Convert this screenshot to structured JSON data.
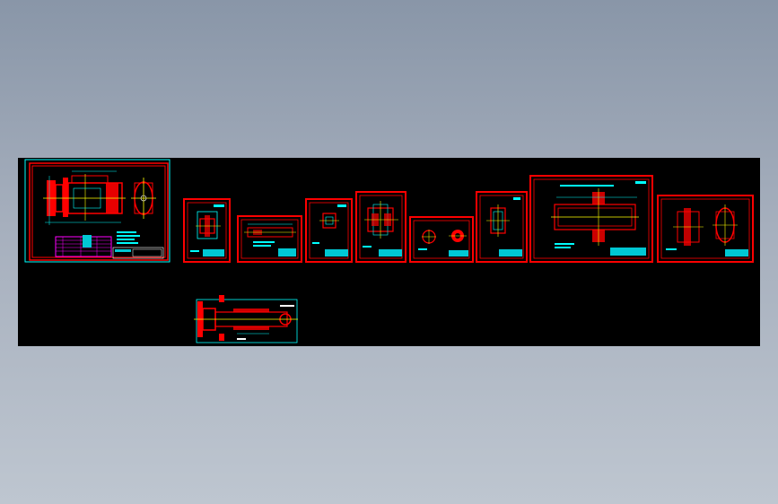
{
  "canvas": {
    "background_color": "#000000",
    "desktop_gradient": [
      "#8996a8",
      "#bec6d0"
    ],
    "line_colors": {
      "border": "#ff0000",
      "dimension": "#00ffff",
      "centerline": "#ffff00",
      "title_block_fill": "#00c8d4",
      "table_magenta": "#ff00ff",
      "white_text": "#ffffff"
    }
  },
  "drawing_sheets": [
    {
      "id": "assembly-sheet",
      "kind": "assembly"
    },
    {
      "id": "part-sheet-1",
      "kind": "flange-part"
    },
    {
      "id": "part-sheet-2",
      "kind": "shaft-part"
    },
    {
      "id": "part-sheet-3",
      "kind": "small-part"
    },
    {
      "id": "part-sheet-4",
      "kind": "housing-part"
    },
    {
      "id": "part-sheet-5",
      "kind": "disc-part"
    },
    {
      "id": "part-sheet-6",
      "kind": "plate-part"
    },
    {
      "id": "part-sheet-7",
      "kind": "long-shaft-part"
    },
    {
      "id": "part-sheet-8",
      "kind": "end-cap-part"
    },
    {
      "id": "loose-drawing",
      "kind": "sectional-view"
    }
  ]
}
